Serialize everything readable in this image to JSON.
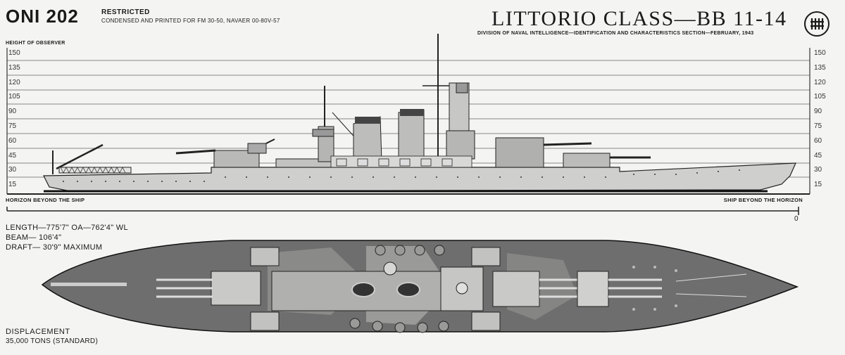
{
  "header": {
    "code": "ONI 202",
    "restricted": "RESTRICTED",
    "condensed_line": "CONDENSED AND PRINTED FOR FM 30-50, NAVAER 00-80V-57",
    "class_title": "LITTORIO CLASS—BB 11-14",
    "division_line": "DIVISION OF NAVAL INTELLIGENCE—IDENTIFICATION AND CHARACTERISTICS SECTION—FEBRUARY, 1943",
    "emblem_icon": "oni-emblem-icon"
  },
  "scale": {
    "label": "HEIGHT OF OBSERVER",
    "ticks": [
      "150",
      "135",
      "120",
      "105",
      "90",
      "75",
      "60",
      "45",
      "30",
      "15"
    ],
    "horizon_left": "HORIZON BEYOND THE SHIP",
    "horizon_right": "SHIP BEYOND THE HORIZON",
    "zero": "0"
  },
  "specs": {
    "length": "LENGTH—775'7\" OA—762'4\" WL",
    "beam": "BEAM—    106'4\"",
    "draft": "DRAFT—    30'9\" MAXIMUM"
  },
  "displacement": {
    "label": "DISPLACEMENT",
    "value": "35,000 TONS (STANDARD)"
  },
  "colors": {
    "ink": "#1a1a1a",
    "paper": "#f4f4f2",
    "hull_light": "#cfcfcd",
    "deck_dark": "#5a5a5a"
  }
}
